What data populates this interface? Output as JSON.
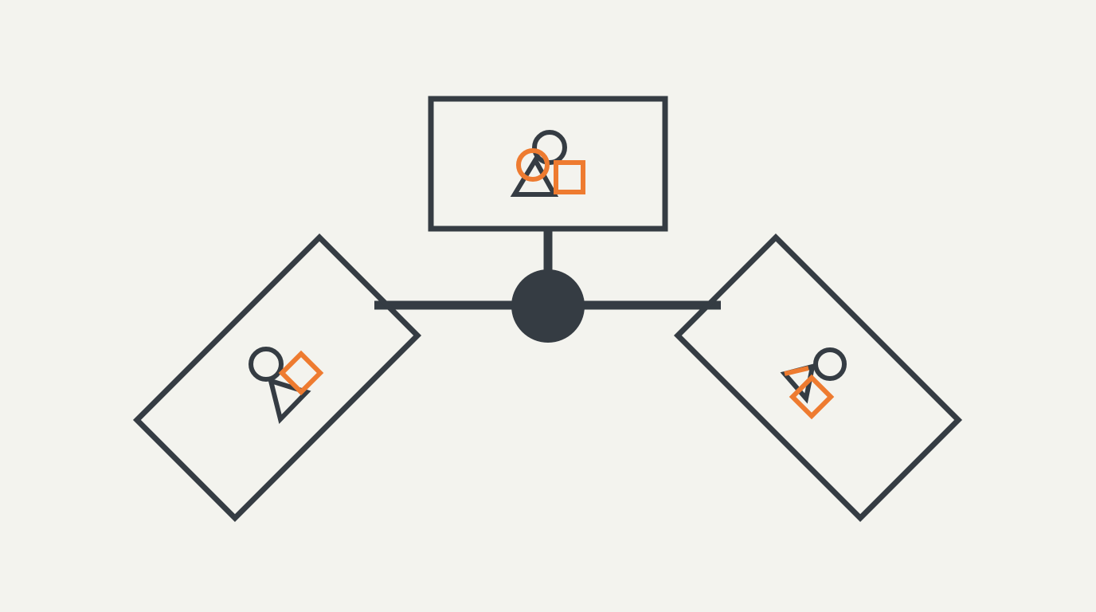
{
  "colors": {
    "background": "#f3f3ee",
    "stroke": "#353c43",
    "accent": "#ee7b30"
  },
  "diagram": {
    "hub": {
      "name": "central-hub-node"
    },
    "panels": [
      {
        "name": "top-panel",
        "icon": "shapes-cluster-icon"
      },
      {
        "name": "left-panel",
        "icon": "shapes-cluster-icon"
      },
      {
        "name": "right-panel",
        "icon": "shapes-cluster-icon"
      }
    ]
  }
}
